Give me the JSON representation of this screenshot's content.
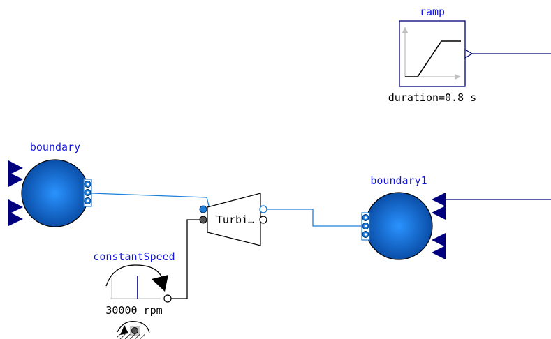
{
  "components": {
    "ramp": {
      "name": "ramp",
      "parameter": "duration=0.8 s"
    },
    "boundary": {
      "name": "boundary"
    },
    "boundary1": {
      "name": "boundary1"
    },
    "turbine": {
      "label": "Turbi…"
    },
    "constant_speed": {
      "name": "constantSpeed",
      "parameter": "30000 rpm"
    }
  },
  "colors": {
    "label": "#1515e6",
    "fluid_connection": "#1e7fd8",
    "signal_connection": "#00007f",
    "mechanical_connection": "#000000",
    "boundary_fill": "#0a63c8"
  },
  "icons": [
    "ramp-icon",
    "boundary-icon",
    "turbine-icon",
    "constant-speed-icon",
    "fixed-ground-icon"
  ]
}
